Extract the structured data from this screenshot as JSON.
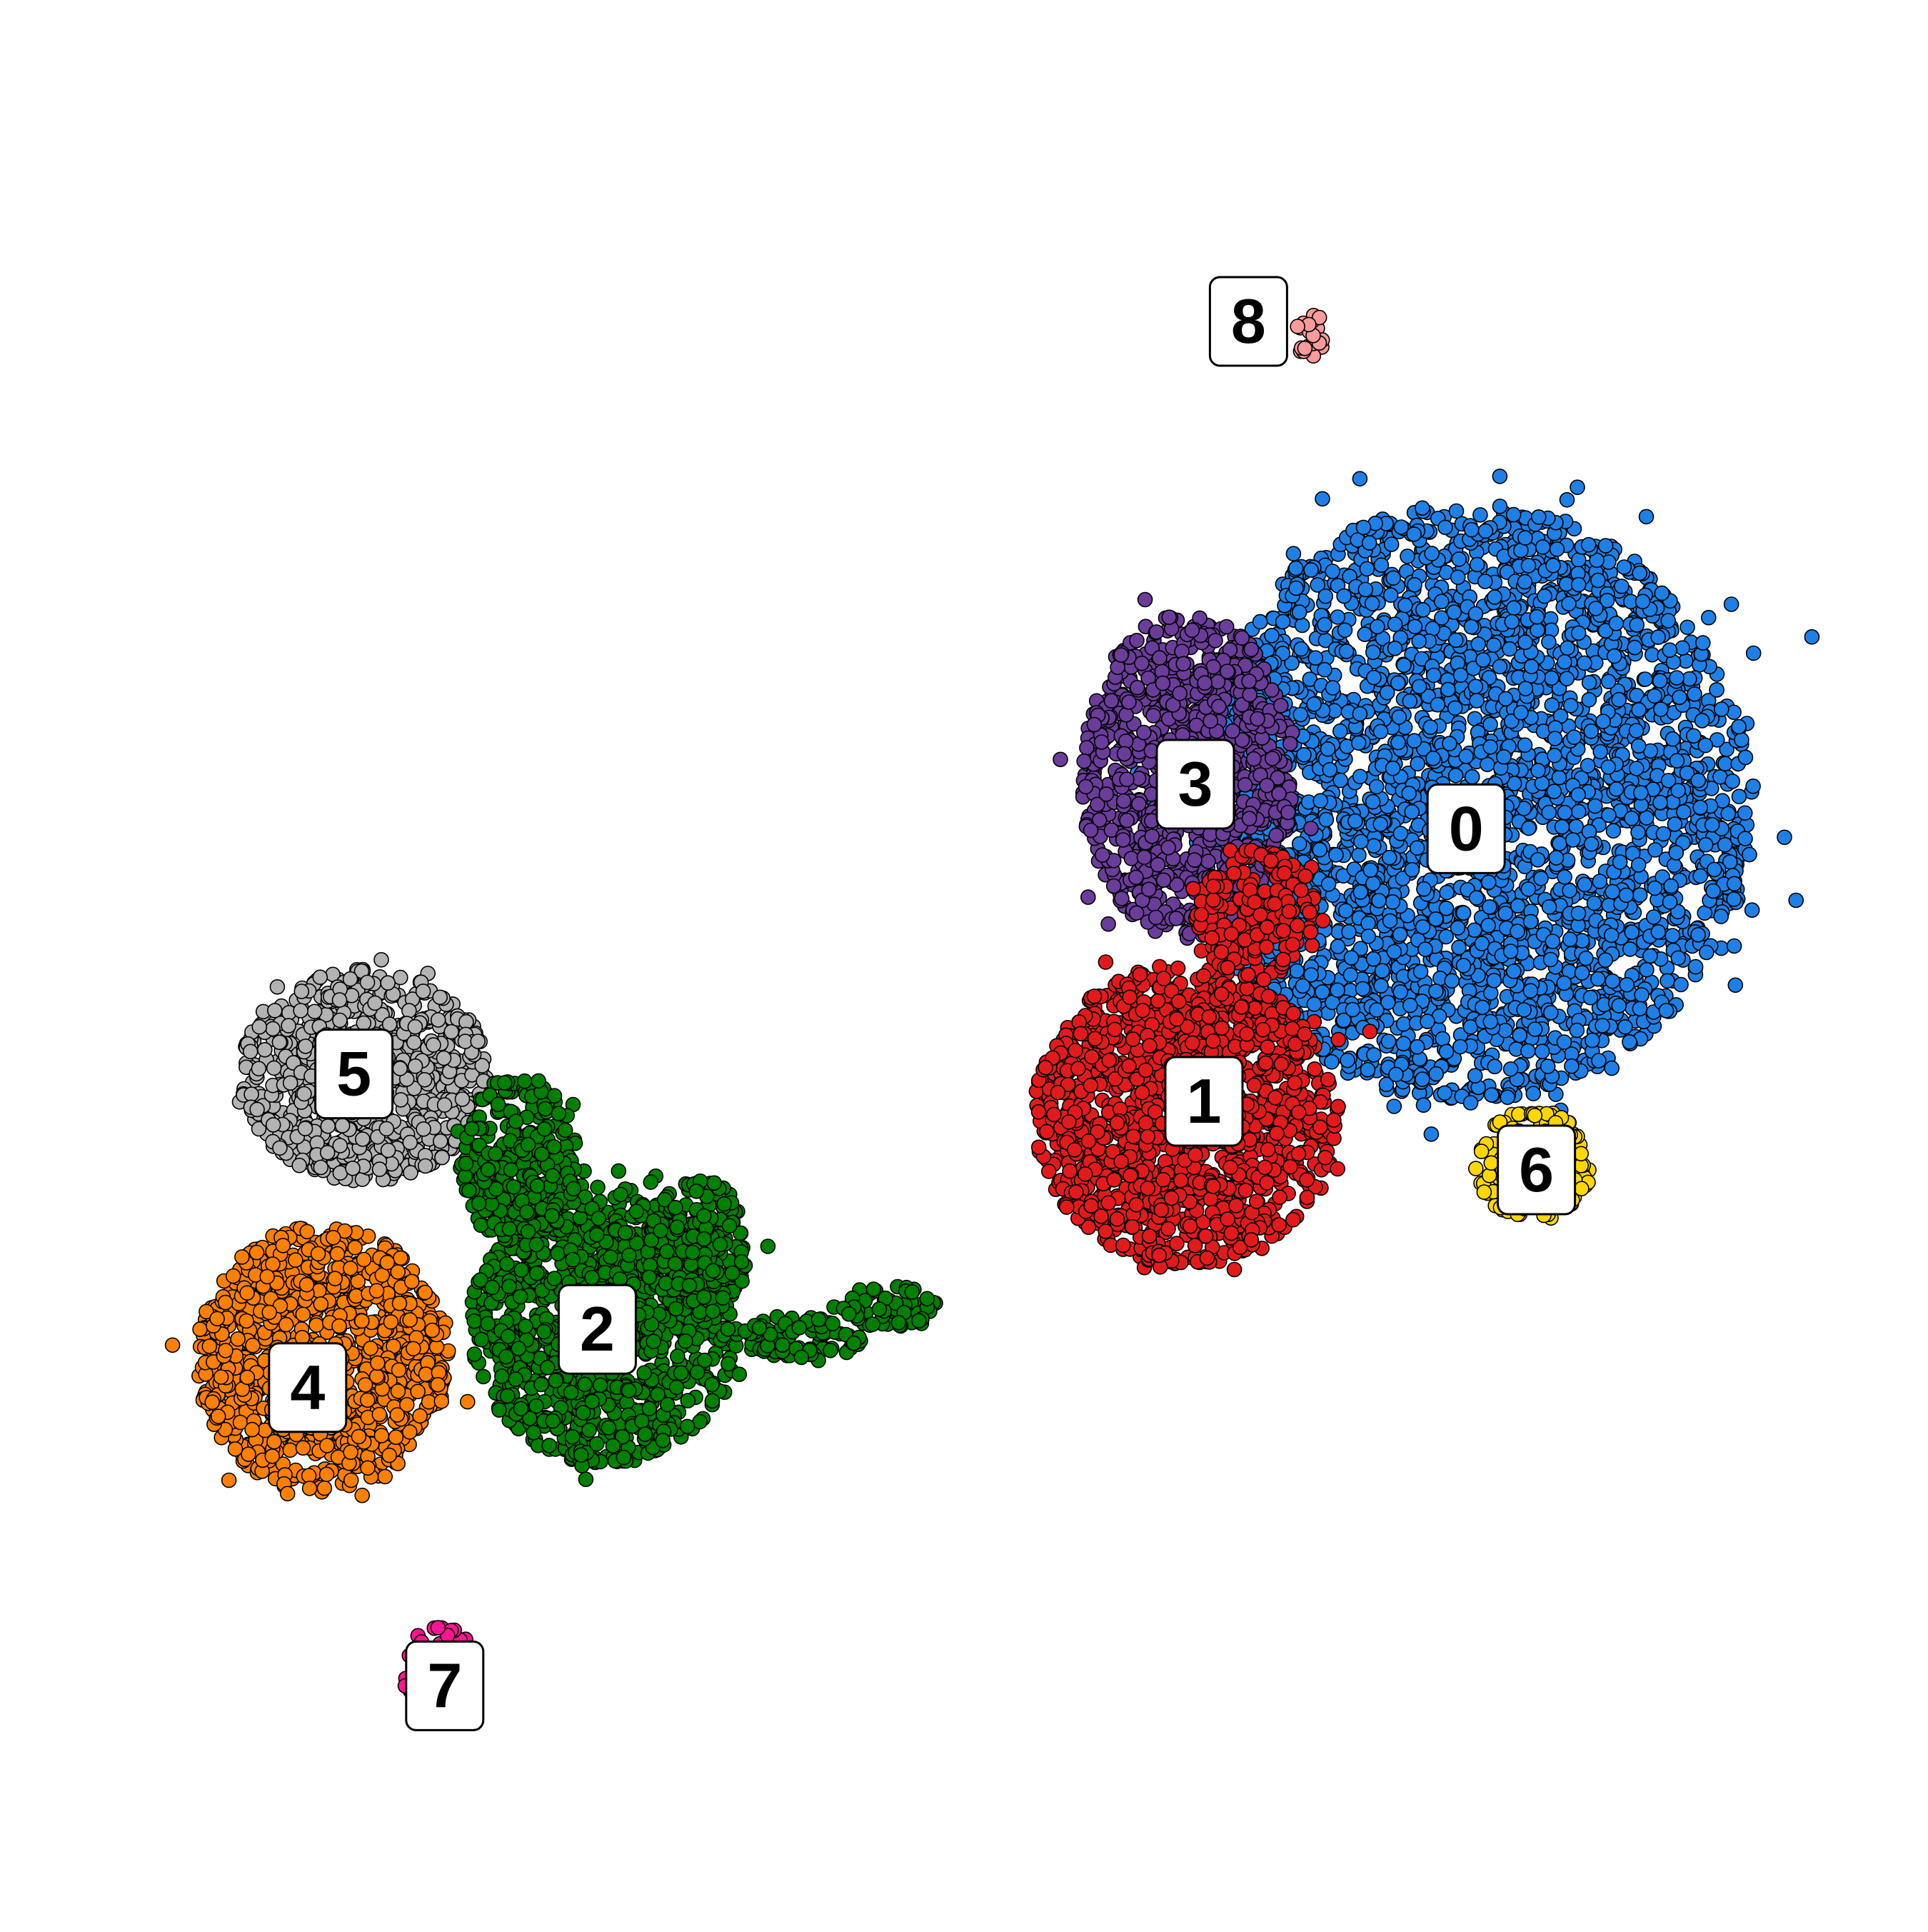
{
  "chart_data": {
    "type": "scatter",
    "title": "",
    "xlabel": "",
    "ylabel": "",
    "axes_visible": false,
    "grid": false,
    "legend": "none",
    "point_outline_color": "#000000",
    "clusters": [
      {
        "label": "0",
        "color": "#1E80E6",
        "blobs": [
          {
            "cx": 0.795,
            "cy": 0.406,
            "rx": 0.163,
            "ry": 0.175,
            "count": 3400
          }
        ]
      },
      {
        "label": "1",
        "color": "#E31A1C",
        "blobs": [
          {
            "cx": 0.629,
            "cy": 0.588,
            "rx": 0.088,
            "ry": 0.088,
            "count": 1300
          },
          {
            "cx": 0.67,
            "cy": 0.47,
            "rx": 0.035,
            "ry": 0.04,
            "count": 200
          }
        ]
      },
      {
        "label": "2",
        "color": "#008000",
        "blobs": [
          {
            "cx": 0.29,
            "cy": 0.71,
            "rx": 0.078,
            "ry": 0.082,
            "count": 1000
          },
          {
            "cx": 0.24,
            "cy": 0.615,
            "rx": 0.034,
            "ry": 0.05,
            "count": 300
          },
          {
            "cx": 0.345,
            "cy": 0.665,
            "rx": 0.03,
            "ry": 0.04,
            "count": 180
          },
          {
            "cx": 0.405,
            "cy": 0.718,
            "rx": 0.035,
            "ry": 0.014,
            "count": 90
          },
          {
            "cx": 0.458,
            "cy": 0.7,
            "rx": 0.03,
            "ry": 0.012,
            "count": 60
          }
        ]
      },
      {
        "label": "3",
        "color": "#6A3D9A",
        "blobs": [
          {
            "cx": 0.63,
            "cy": 0.39,
            "rx": 0.062,
            "ry": 0.095,
            "count": 900
          }
        ]
      },
      {
        "label": "4",
        "color": "#FF8000",
        "blobs": [
          {
            "cx": 0.125,
            "cy": 0.73,
            "rx": 0.073,
            "ry": 0.078,
            "count": 1000
          }
        ]
      },
      {
        "label": "5",
        "color": "#B3B3B3",
        "blobs": [
          {
            "cx": 0.15,
            "cy": 0.565,
            "rx": 0.072,
            "ry": 0.062,
            "count": 800
          }
        ]
      },
      {
        "label": "6",
        "color": "#FFD700",
        "blobs": [
          {
            "cx": 0.832,
            "cy": 0.617,
            "rx": 0.034,
            "ry": 0.032,
            "count": 180
          }
        ]
      },
      {
        "label": "7",
        "color": "#FF1493",
        "blobs": [
          {
            "cx": 0.195,
            "cy": 0.91,
            "rx": 0.022,
            "ry": 0.025,
            "count": 60
          }
        ]
      },
      {
        "label": "8",
        "color": "#F99B9B",
        "blobs": [
          {
            "cx": 0.702,
            "cy": 0.13,
            "rx": 0.008,
            "ry": 0.02,
            "count": 24
          }
        ]
      }
    ],
    "labels": [
      {
        "text": "0",
        "x": 0.793,
        "y": 0.421
      },
      {
        "text": "1",
        "x": 0.64,
        "y": 0.58
      },
      {
        "text": "2",
        "x": 0.286,
        "y": 0.713
      },
      {
        "text": "3",
        "x": 0.635,
        "y": 0.395
      },
      {
        "text": "4",
        "x": 0.117,
        "y": 0.747
      },
      {
        "text": "5",
        "x": 0.144,
        "y": 0.564
      },
      {
        "text": "6",
        "x": 0.834,
        "y": 0.62
      },
      {
        "text": "7",
        "x": 0.197,
        "y": 0.921
      },
      {
        "text": "8",
        "x": 0.666,
        "y": 0.125
      }
    ]
  }
}
